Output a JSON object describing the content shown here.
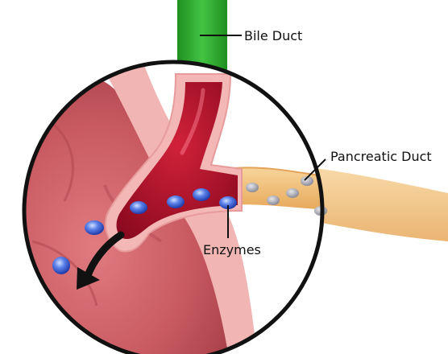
{
  "diagram": {
    "labels": {
      "bile_duct": "Bile Duct",
      "pancreatic_duct": "Pancreatic Duct",
      "enzymes": "Enzymes"
    },
    "colors": {
      "bile_duct": "#2fae2f",
      "pancreatic_duct": "#f2c27a",
      "duct_lumen": "#b0102a",
      "tissue": "#d46a6f",
      "duct_wall": "#f3b7b6",
      "enzyme": "#3f5fd4",
      "outline": "#111111"
    },
    "icons": [
      "enzyme-granule",
      "flow-arrow"
    ]
  }
}
